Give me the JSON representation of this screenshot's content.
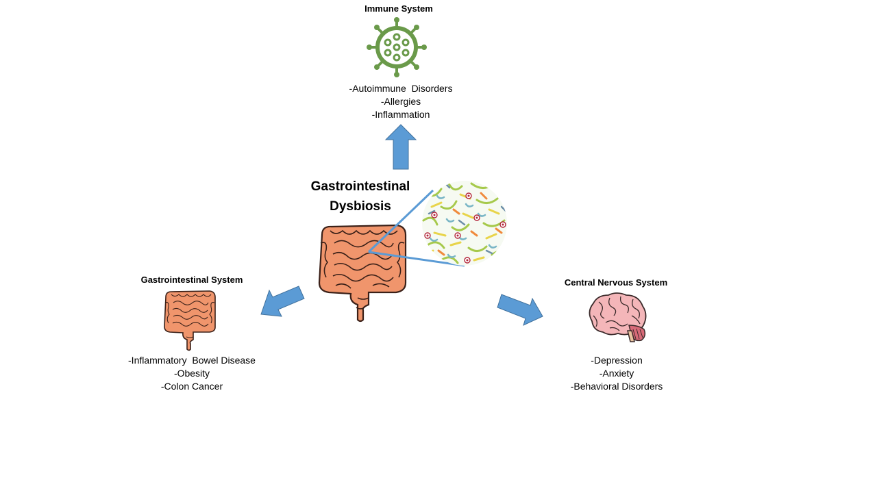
{
  "center": {
    "title_line1": "Gastrointestinal",
    "title_line2": "Dysbiosis"
  },
  "immune": {
    "title": "Immune System",
    "items": [
      "-Autoimmune  Disorders",
      "-Allergies",
      "-Inflammation"
    ],
    "icon": "virus-icon"
  },
  "gi": {
    "title": "Gastrointestinal System",
    "items": [
      "-Inflammatory  Bowel Disease",
      "-Obesity",
      "-Colon Cancer"
    ],
    "icon": "intestine-icon"
  },
  "cns": {
    "title": "Central Nervous System",
    "items": [
      "-Depression",
      "-Anxiety",
      "-Behavioral Disorders"
    ],
    "icon": "brain-icon"
  },
  "colors": {
    "arrow": "#5b9bd5",
    "intestine": "#f0956c",
    "virus": "#6a9a4a",
    "brain": "#f4b6b9"
  }
}
